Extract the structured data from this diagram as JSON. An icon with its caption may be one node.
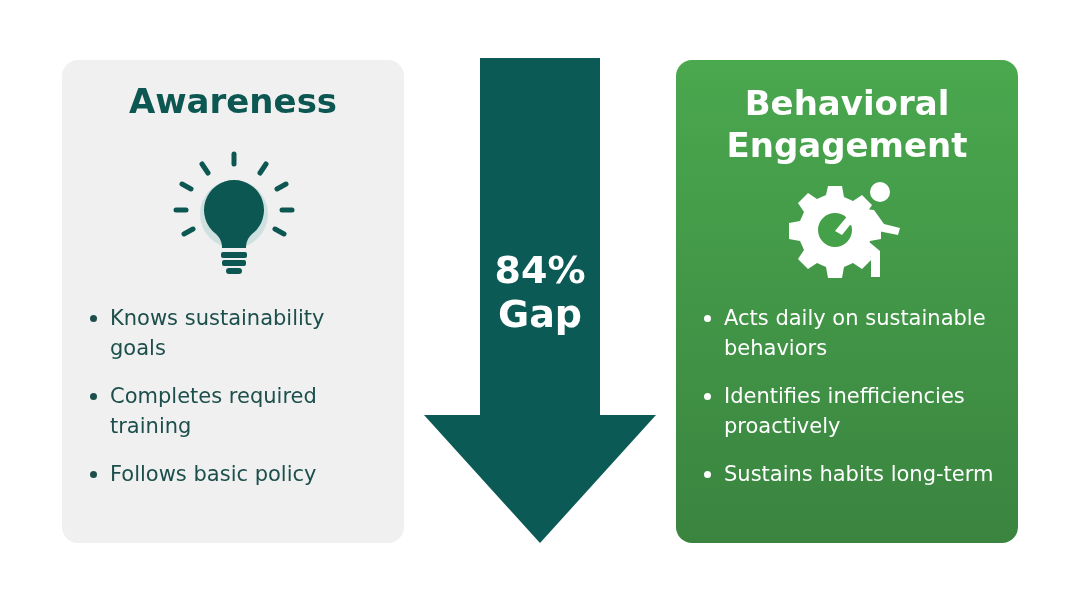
{
  "diagram": {
    "nodes": [
      {
        "text": [
          "Awareness",
          "Knows sustainability goals",
          "Completes required training",
          "Follows basic policy"
        ]
      },
      {
        "text": [
          "84% Gap"
        ]
      },
      {
        "text": [
          "Behavioral Engagement",
          "Acts daily on sustainable behaviors",
          "Identifies inefficiencies proactively",
          "Sustains habits long-term"
        ]
      }
    ]
  }
}
